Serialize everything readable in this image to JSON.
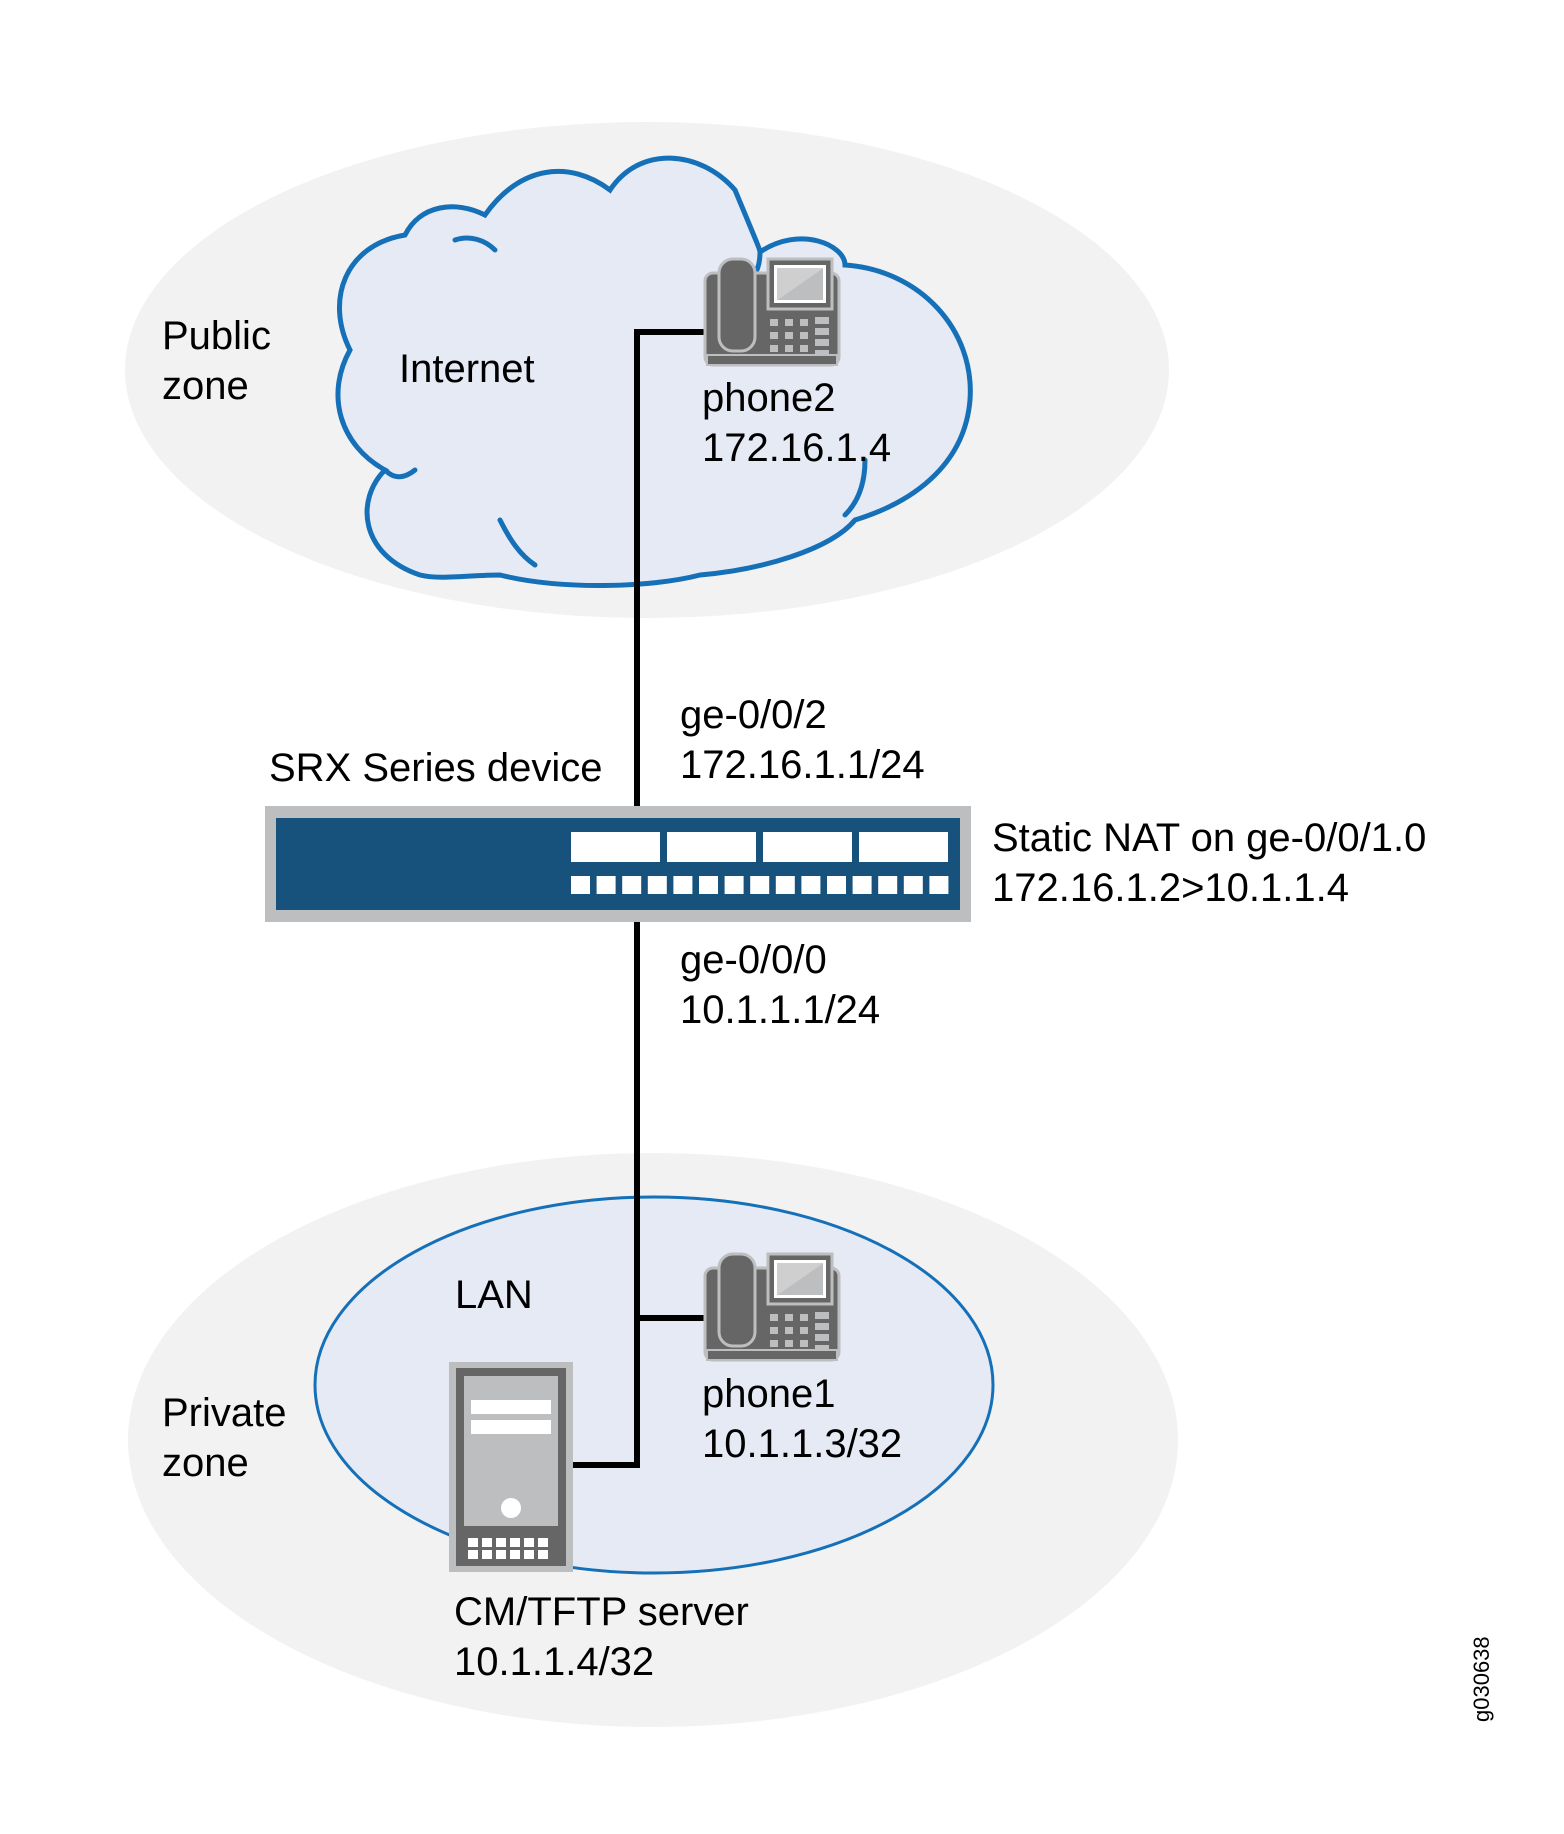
{
  "diagram": {
    "figure_id": "g030638",
    "colors": {
      "zone_fill": "#f2f2f2",
      "network_fill": "#e6eaf5",
      "network_stroke": "#1570b8",
      "link": "#000000",
      "device_body": "#17527d",
      "device_frame": "#bdbec0",
      "device_ports": "#ffffff",
      "icon_dark": "#666666",
      "icon_light": "#bdbec0"
    },
    "zones": {
      "public": {
        "label_line1": "Public",
        "label_line2": "zone"
      },
      "private": {
        "label_line1": "Private",
        "label_line2": "zone"
      }
    },
    "networks": {
      "internet": {
        "label": "Internet",
        "icon": "cloud-icon"
      },
      "lan": {
        "label": "LAN",
        "icon": "ellipse"
      }
    },
    "srx": {
      "label": "SRX Series device",
      "icon": "firewall-device-icon",
      "upper_interface": {
        "name": "ge-0/0/2",
        "address": "172.16.1.1/24"
      },
      "lower_interface": {
        "name": "ge-0/0/0",
        "address": "10.1.1.1/24"
      },
      "nat": {
        "line1": "Static NAT on ge-0/0/1.0",
        "line2": "172.16.1.2>10.1.1.4"
      }
    },
    "hosts": {
      "phone2": {
        "name": "phone2",
        "address": "172.16.1.4",
        "icon": "ip-phone-icon"
      },
      "phone1": {
        "name": "phone1",
        "address": "10.1.1.3/32",
        "icon": "ip-phone-icon"
      },
      "server": {
        "name": "CM/TFTP server",
        "address": "10.1.1.4/32",
        "icon": "server-icon"
      }
    }
  }
}
